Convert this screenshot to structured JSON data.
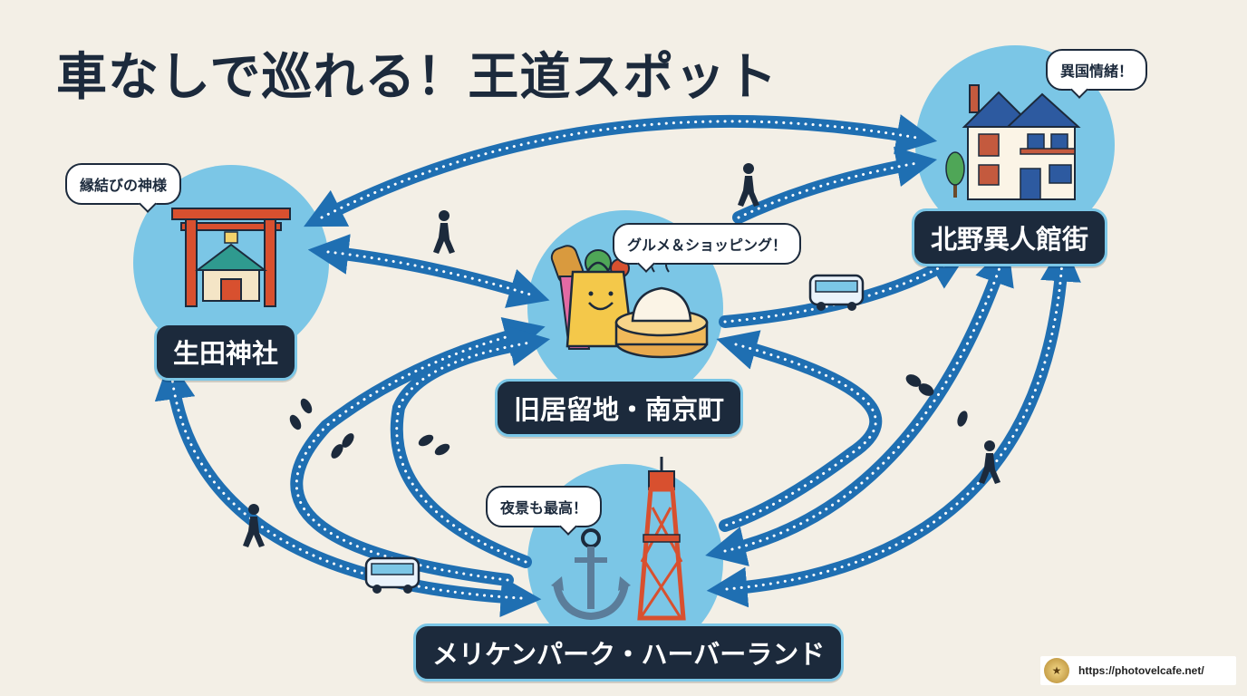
{
  "title": "車なしで巡れる！王道スポット",
  "spots": {
    "ikuta": {
      "label": "生田神社",
      "bubble": "縁結びの神様"
    },
    "kyoryuchi": {
      "label": "旧居留地・南京町",
      "bubble": "グルメ＆ショッピング！"
    },
    "kitano": {
      "label": "北野異人館街",
      "bubble": "異国情緒！"
    },
    "meriken": {
      "label": "メリケンパーク・ハーバーランド",
      "bubble": "夜景も最高！"
    }
  },
  "credit": {
    "url": "https://photovelcafe.net/"
  },
  "colors": {
    "background": "#f3efe6",
    "route": "#1f6fb2",
    "route_dots": "#ffffff",
    "circle": "#7bc6e6",
    "label_bg": "#1c2a3c"
  },
  "icons": {
    "ikuta": "torii-shrine-icon",
    "kyoryuchi": "shopping-bag-and-steamed-bun-icon",
    "kitano": "western-house-icon",
    "meriken": "anchor-and-port-tower-icon",
    "transport": [
      "walking-person-icon",
      "bus-icon",
      "footprints-icon"
    ]
  }
}
